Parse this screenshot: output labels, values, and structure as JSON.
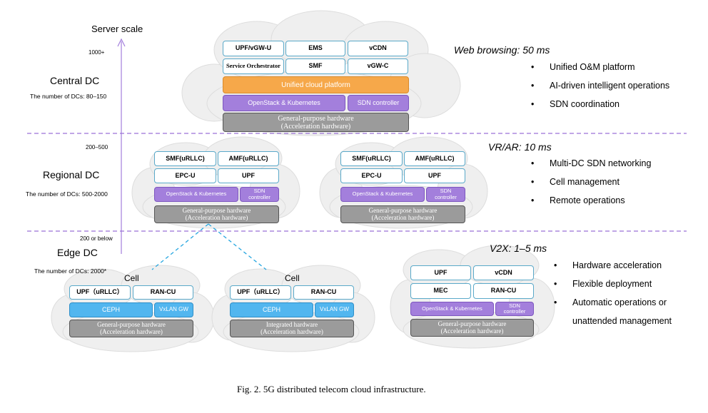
{
  "axis": {
    "title": "Server scale",
    "central_scale": "1000+",
    "regional_scale": "200–500",
    "edge_scale": "200 or below"
  },
  "tiers": {
    "central": {
      "name": "Central DC",
      "count": "The number of DCs: 80–150",
      "latency": "Web browsing: 50 ms",
      "features": [
        "Unified O&M platform",
        "AI-driven intelligent operations",
        "SDN coordination"
      ],
      "cloud": {
        "row1": [
          "UPF/vGW-U",
          "EMS",
          "vCDN"
        ],
        "row2": [
          "Service Orchestrator",
          "SMF",
          "vGW-C"
        ],
        "platform": "Unified cloud platform",
        "openstack": "OpenStack & Kubernetes",
        "sdn": "SDN controller",
        "hardware": "General-purpose hardware\n(Acceleration hardware)"
      }
    },
    "regional": {
      "name": "Regional DC",
      "count": "The number of DCs: 500-2000",
      "latency": "VR/AR: 10 ms",
      "features": [
        "Multi-DC SDN networking",
        "Cell management",
        "Remote operations"
      ],
      "clouds": [
        {
          "row1": [
            "SMF(uRLLC)",
            "AMF(uRLLC)"
          ],
          "row2": [
            "EPC-U",
            "UPF"
          ],
          "openstack": "OpenStack & Kubernetes",
          "sdn": "SDN\ncontroller",
          "hardware": "General-purpose hardware\n(Acceleration hardware)"
        },
        {
          "row1": [
            "SMF(uRLLC)",
            "AMF(uRLLC)"
          ],
          "row2": [
            "EPC-U",
            "UPF"
          ],
          "openstack": "OpenStack & Kubernetes",
          "sdn": "SDN\ncontroller",
          "hardware": "General-purpose hardware\n(Acceleration hardware)"
        }
      ]
    },
    "edge": {
      "name": "Edge DC",
      "count": "The number of DCs: 2000*",
      "latency": "V2X: 1–5 ms",
      "features": [
        "Hardware acceleration",
        "Flexible deployment",
        "Automatic operations or",
        "unattended management"
      ],
      "cells": [
        {
          "label": "Cell",
          "row1": [
            "UPF（uRLLC）",
            "RAN-CU"
          ],
          "ceph": "CEPH",
          "vxlan": "VxLAN GW",
          "hardware": "General-purpose hardware\n(Acceleration hardware)"
        },
        {
          "label": "Cell",
          "row1": [
            "UPF（uRLLC）",
            "RAN-CU"
          ],
          "ceph": "CEPH",
          "vxlan": "VxLAN GW",
          "hardware": "Integrated hardware\n(Acceleration hardware)"
        }
      ],
      "mec_cloud": {
        "row1": [
          "UPF",
          "vCDN"
        ],
        "row2": [
          "MEC",
          "RAN-CU"
        ],
        "openstack": "OpenStack & Kubernetes",
        "sdn": "SDN\ncontroller",
        "hardware": "General-purpose hardware\n(Acceleration hardware)"
      }
    }
  },
  "caption": "Fig. 2. 5G distributed telecom cloud infrastructure.",
  "colors": {
    "divider": "#9a72d6",
    "connector": "#26a6e0",
    "platform_orange": "#f6a84a",
    "openstack_purple": "#a37fdc",
    "hardware_gray": "#9b9b9b",
    "ceph_blue": "#52b6ef",
    "cloud_gray": "#eeeeee"
  }
}
